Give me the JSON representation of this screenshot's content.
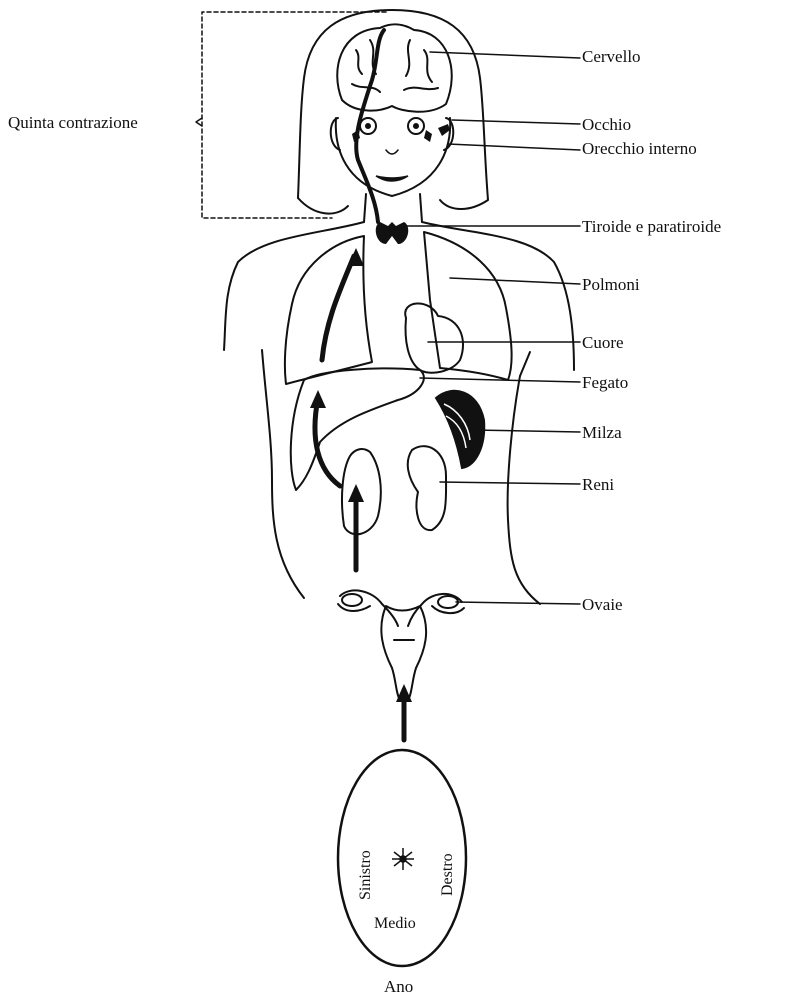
{
  "labels": {
    "quinta": "Quinta contrazione",
    "cervello": "Cervello",
    "occhio": "Occhio",
    "orecchio": "Orecchio interno",
    "tiroide": "Tiroide e paratiroide",
    "polmoni": "Polmoni",
    "cuore": "Cuore",
    "fegato": "Fegato",
    "milza": "Milza",
    "reni": "Reni",
    "ovaie": "Ovaie",
    "sinistro": "Sinistro",
    "destro": "Destro",
    "medio": "Medio",
    "ano": "Ano"
  }
}
